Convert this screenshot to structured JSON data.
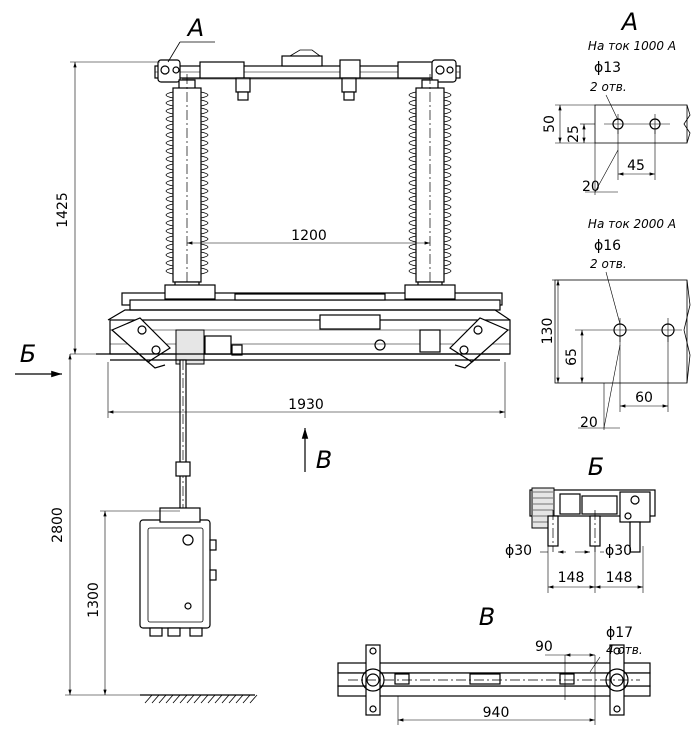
{
  "views": {
    "view_a_label": "А",
    "view_b_label": "Б",
    "view_v_label": "В",
    "arrow_a_label": "А",
    "arrow_b_label": "Б",
    "arrow_v_label": "В"
  },
  "main_dims": {
    "height_upper": "1425",
    "insulator_spacing": "1200",
    "frame_length": "1930",
    "height_total": "2800",
    "drive_height": "1300"
  },
  "detail_a1000": {
    "title": "На ток 1000 А",
    "hole_dia": "ϕ13",
    "hole_count": "2 отв.",
    "height": "50",
    "center_height": "25",
    "pitch": "45",
    "edge": "20"
  },
  "detail_a2000": {
    "title": "На ток 2000 А",
    "hole_dia": "ϕ16",
    "hole_count": "2 отв.",
    "height": "130",
    "center_height": "65",
    "pitch": "60",
    "edge": "20"
  },
  "detail_b": {
    "shaft_left": "ϕ30",
    "shaft_right": "ϕ30",
    "offset_left": "148",
    "offset_right": "148"
  },
  "detail_v": {
    "slot_width": "90",
    "hole_dia": "ϕ17",
    "hole_count": "4 отв.",
    "spacing": "940"
  }
}
